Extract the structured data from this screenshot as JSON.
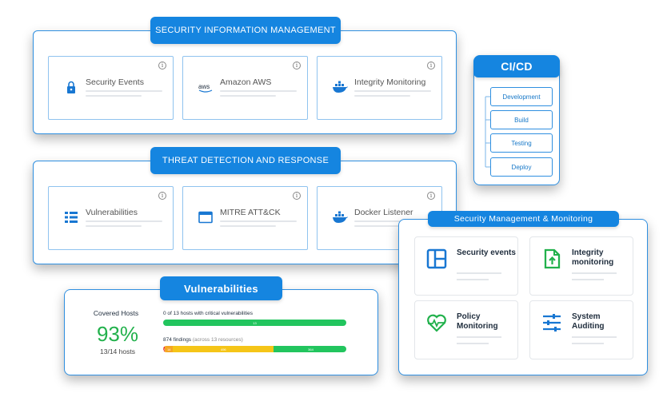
{
  "sim": {
    "title": "SECURITY INFORMATION MANAGEMENT",
    "cards": [
      {
        "label": "Security Events",
        "icon": "lock-icon"
      },
      {
        "label": "Amazon AWS",
        "icon": "aws-icon"
      },
      {
        "label": "Integrity Monitoring",
        "icon": "docker-icon"
      }
    ]
  },
  "tdr": {
    "title": "THREAT DETECTION AND RESPONSE",
    "cards": [
      {
        "label": "Vulnerabilities",
        "icon": "list-icon"
      },
      {
        "label": "MITRE ATT&CK",
        "icon": "window-icon"
      },
      {
        "label": "Docker Listener",
        "icon": "docker-icon"
      }
    ]
  },
  "cicd": {
    "title": "CI/CD",
    "steps": [
      "Development",
      "Build",
      "Testing",
      "Deploy"
    ]
  },
  "vuln": {
    "title": "Vulnerabilities",
    "covered_label": "Covered Hosts",
    "percent": "93%",
    "hosts": "13/14 hosts",
    "crit_label": "0 of 13 hosts with critical vulnerabilities",
    "crit_bar_value": "13",
    "findings_label": "874 findings",
    "findings_sub": "(across 13 resources)",
    "segments": [
      {
        "label": "2",
        "value": 2,
        "color": "#e8392e"
      },
      {
        "label": "14",
        "value": 40,
        "color": "#f5a623"
      },
      {
        "label": "496",
        "value": 496,
        "color": "#f5c518"
      },
      {
        "label": "364",
        "value": 364,
        "color": "#22c55e"
      }
    ]
  },
  "smm": {
    "title": "Security Management & Monitoring",
    "cards": [
      {
        "label": "Security events",
        "icon": "layout-icon"
      },
      {
        "label": "Integrity monitoring",
        "icon": "file-upload-icon"
      },
      {
        "label": "Policy Monitoring",
        "icon": "heart-pulse-icon"
      },
      {
        "label": "System Auditing",
        "icon": "sliders-icon"
      }
    ]
  },
  "colors": {
    "accent": "#1585e0",
    "green": "#22c55e",
    "icon_blue": "#1877d2"
  }
}
